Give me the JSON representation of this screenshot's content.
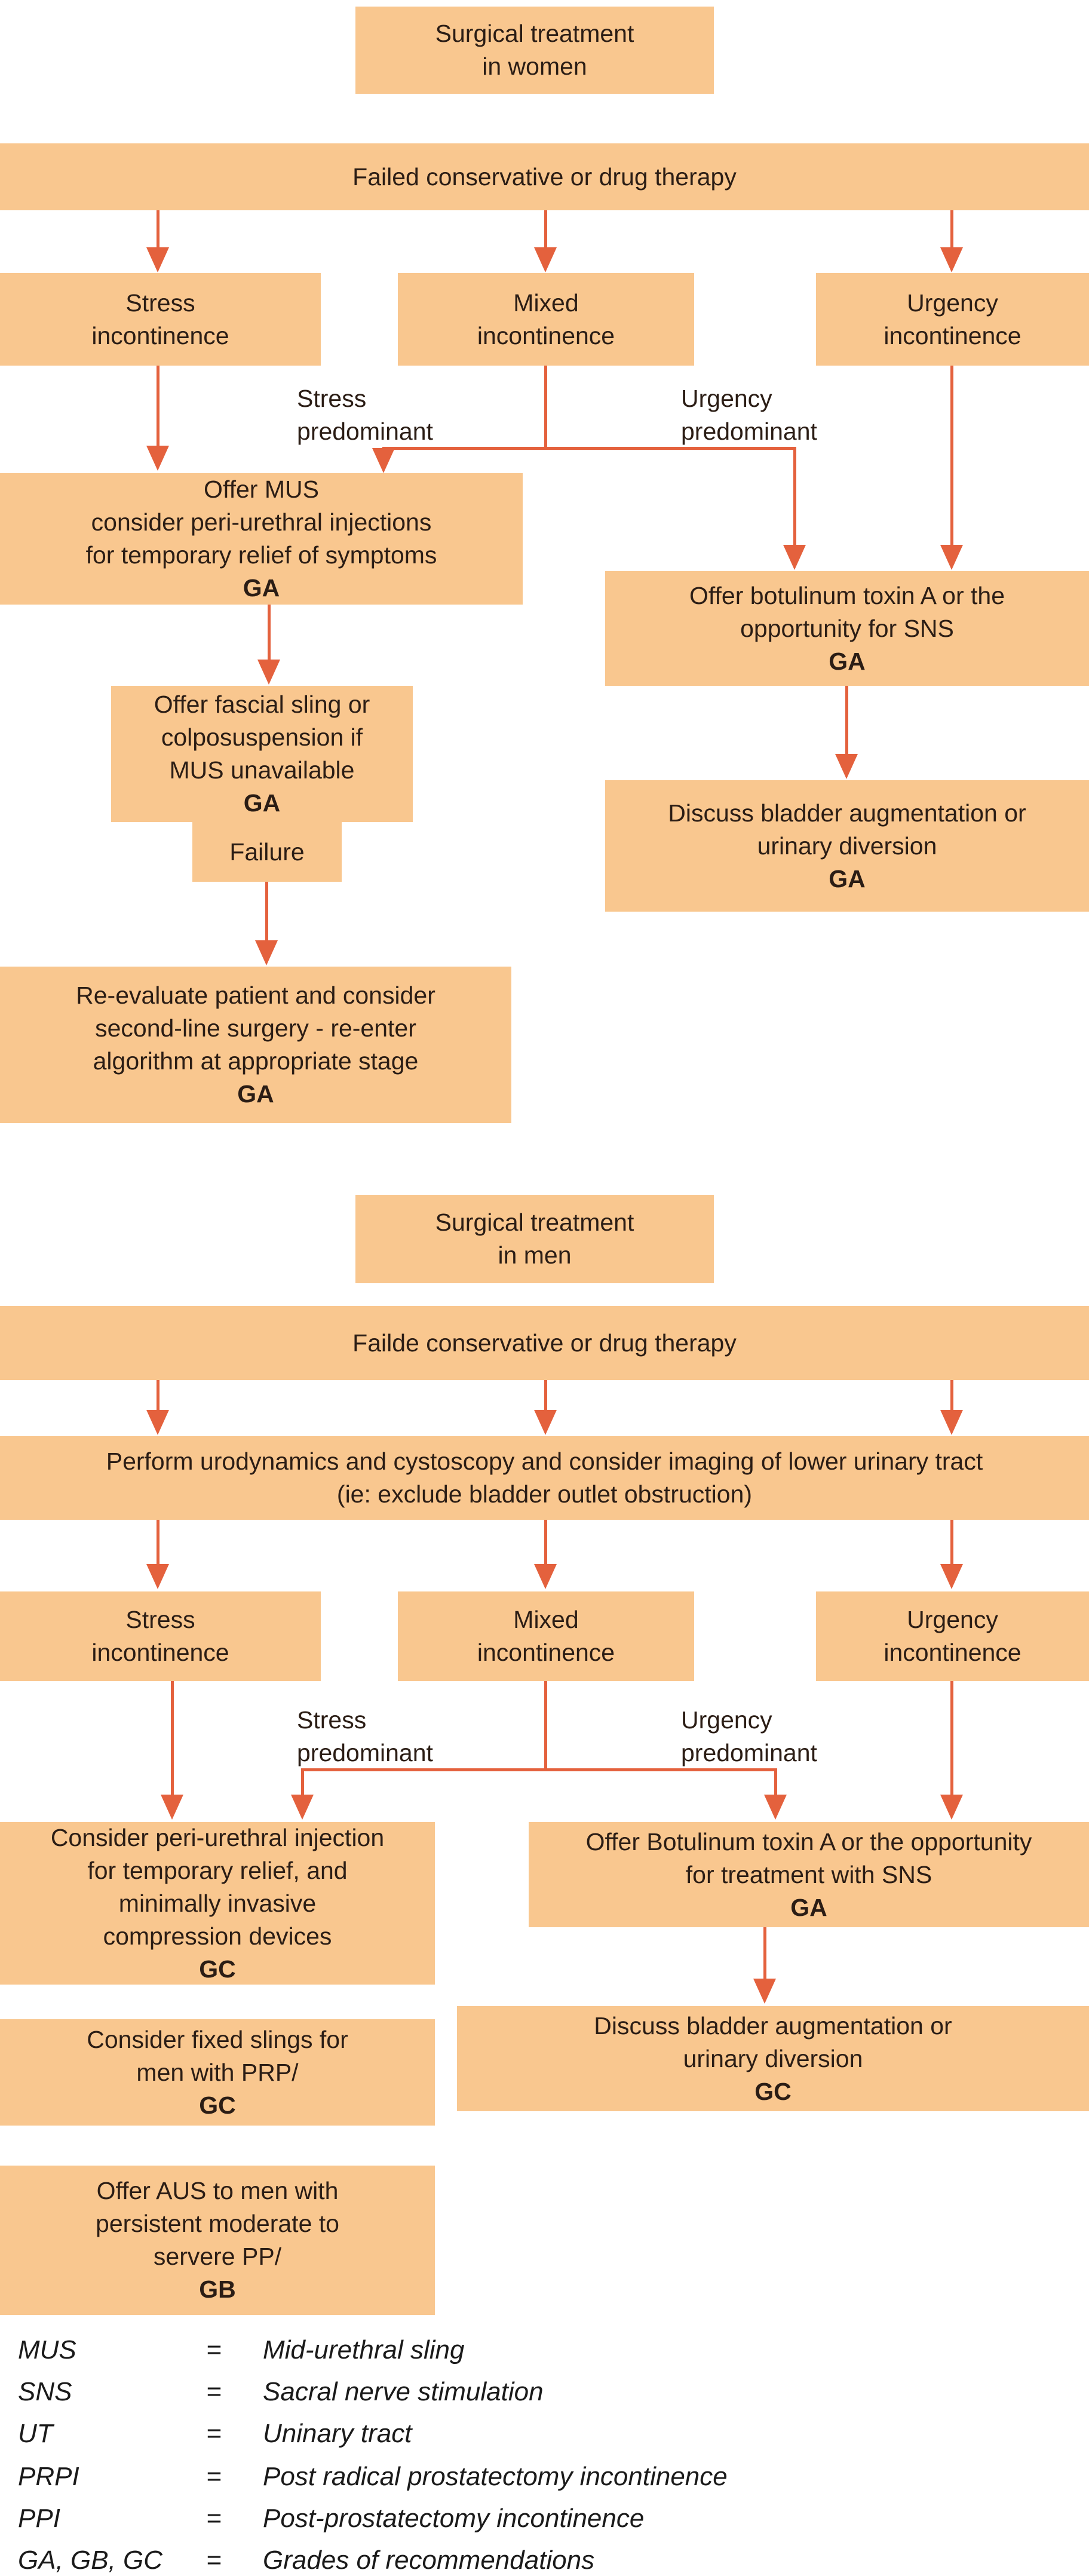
{
  "colors": {
    "box_fill": "#f9c78f",
    "arrow": "#e4613d",
    "text": "#2b1d15"
  },
  "women": {
    "title": "Surgical treatment\nin women",
    "failed_bar": "Failed conservative or drug therapy",
    "stress_box": "Stress\nincontinence",
    "mixed_box": "Mixed\nincontinence",
    "urgency_box": "Urgency\nincontinence",
    "stress_predominant": "Stress\npredominant",
    "urgency_predominant": "Urgency\npredominant",
    "offer_mus": {
      "body": "Offer MUS\nconsider peri-urethral injections\nfor temporary relief of symptoms",
      "grade": "GA"
    },
    "offer_botulinum": {
      "body": "Offer botulinum toxin A or the\nopportunity for SNS",
      "grade": "GA"
    },
    "fascial_sling": {
      "body": "Offer fascial sling or\ncolposuspension if\nMUS unavailable",
      "grade": "GA"
    },
    "failure": "Failure",
    "discuss_bladder": {
      "body": "Discuss bladder augmentation or\nurinary diversion",
      "grade": "GA"
    },
    "reevaluate": {
      "body": "Re-evaluate patient and consider\nsecond-line surgery - re-enter\nalgorithm at appropriate stage",
      "grade": "GA"
    }
  },
  "men": {
    "title": "Surgical treatment\nin men",
    "failed_bar": "Failde conservative or drug therapy",
    "urodynamics_bar": "Perform urodynamics and cystoscopy and consider imaging of lower urinary tract\n(ie: exclude bladder outlet obstruction)",
    "stress_box": "Stress\nincontinence",
    "mixed_box": "Mixed\nincontinence",
    "urgency_box": "Urgency\nincontinence",
    "stress_predominant": "Stress\npredominant",
    "urgency_predominant": "Urgency\npredominant",
    "peri_urethral": {
      "body": "Consider peri-urethral injection\nfor temporary relief, and\nminimally invasive\ncompression devices",
      "grade": "GC"
    },
    "offer_botulinum": {
      "body": "Offer Botulinum toxin A or the opportunity\nfor treatment with SNS",
      "grade": "GA"
    },
    "discuss_bladder": {
      "body": "Discuss bladder augmentation or\nurinary diversion",
      "grade": "GC"
    },
    "fixed_slings": {
      "body": "Consider fixed slings for\nmen with PRP/",
      "grade": "GC"
    },
    "offer_aus": {
      "body": "Offer AUS to men with\npersistent moderate to\nservere PP/",
      "grade": "GB"
    }
  },
  "legend": {
    "rows": [
      {
        "abbr": "MUS",
        "eq": "=",
        "def": "Mid-urethral sling"
      },
      {
        "abbr": "SNS",
        "eq": "=",
        "def": "Sacral nerve stimulation"
      },
      {
        "abbr": "UT",
        "eq": "=",
        "def": "Uninary tract"
      },
      {
        "abbr": "PRPI",
        "eq": "=",
        "def": "Post radical prostatectomy incontinence"
      },
      {
        "abbr": "PPI",
        "eq": "=",
        "def": "Post-prostatectomy incontinence"
      },
      {
        "abbr": "GA, GB, GC",
        "eq": "=",
        "def": "Grades of recommendations"
      }
    ]
  }
}
